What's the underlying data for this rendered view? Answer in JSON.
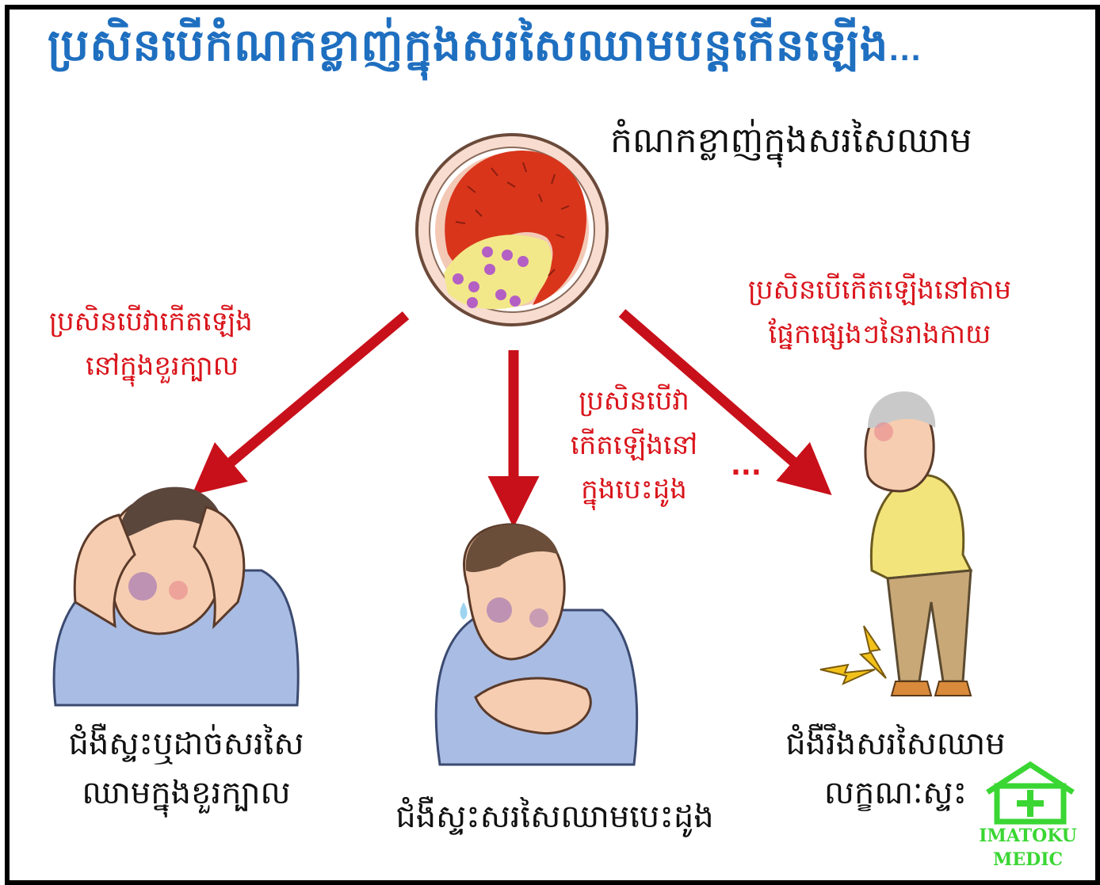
{
  "header": {
    "title": "ប្រសិនបើកំណកខ្លាញ់ក្នុងសរសៃឈាមបន្តកើនឡើង",
    "title_ellipsis": "...",
    "subtitle": "កំណកខ្លាញ់ក្នុងសរសៃឈាម"
  },
  "branches": [
    {
      "condition_line1": "ប្រសិនបើវាកើតឡើង",
      "condition_line2": "នៅក្នុងខួរក្បាល",
      "disease_line1": "ជំងឺស្ទះឬដាច់សរសៃ",
      "disease_line2": "ឈាមក្នុងខួរក្បាល"
    },
    {
      "condition_line1": "ប្រសិនបើវា",
      "condition_line2": "កើតឡើងនៅ",
      "condition_line3": "ក្នុងបេះដូង",
      "disease_line1": "ជំងឺស្ទះសរសៃឈាមបេះដូង"
    },
    {
      "condition_line1": "ប្រសិនបើកើតឡើងនៅតាម",
      "condition_line2": "ផ្នែកផ្សេងៗនៃរាងកាយ",
      "condition_extra": "...",
      "disease_line1": "ជំងឺរឹងសរសៃឈាម",
      "disease_line2": "លក្ខណៈស្ទះ"
    }
  ],
  "logo": {
    "line1": "IMATOKU",
    "line2": "MEDIC",
    "icon": "house-plus-icon"
  },
  "colors": {
    "title": "#1f6fc0",
    "condition_text": "#d9141b",
    "arrow": "#c8101a",
    "logo": "#3ad633"
  }
}
